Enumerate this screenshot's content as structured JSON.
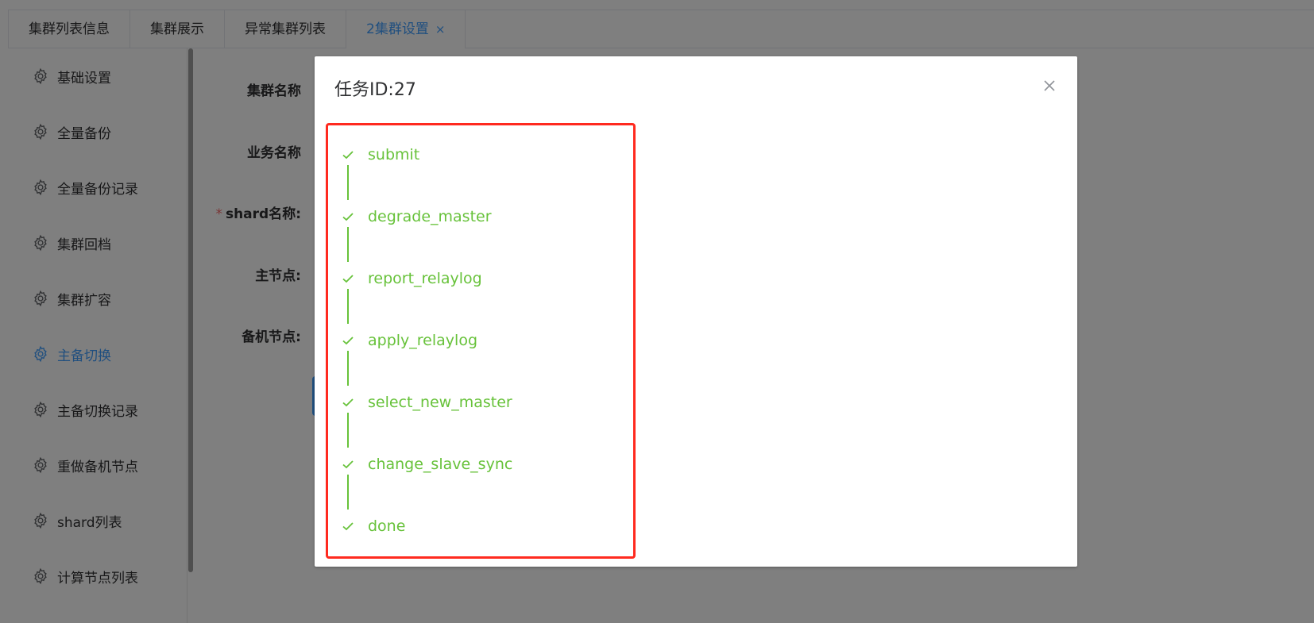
{
  "tabs": [
    {
      "label": "集群列表信息"
    },
    {
      "label": "集群展示"
    },
    {
      "label": "异常集群列表"
    },
    {
      "label": "2集群设置",
      "close": "×"
    }
  ],
  "sidebar": {
    "items": [
      {
        "label": "基础设置"
      },
      {
        "label": "全量备份"
      },
      {
        "label": "全量备份记录"
      },
      {
        "label": "集群回档"
      },
      {
        "label": "集群扩容"
      },
      {
        "label": "主备切换"
      },
      {
        "label": "主备切换记录"
      },
      {
        "label": "重做备机节点"
      },
      {
        "label": "shard列表"
      },
      {
        "label": "计算节点列表"
      }
    ],
    "active_index": 5
  },
  "form": {
    "cluster_name_label": "集群名称",
    "business_name_label": "业务名称",
    "shard_name_required": "*",
    "shard_name_label": "shard名称:",
    "master_node_label": "主节点:",
    "standby_node_label": "备机节点:"
  },
  "modal": {
    "title": "任务ID:27",
    "steps": [
      {
        "label": "submit"
      },
      {
        "label": "degrade_master"
      },
      {
        "label": "report_relaylog"
      },
      {
        "label": "apply_relaylog"
      },
      {
        "label": "select_new_master"
      },
      {
        "label": "change_slave_sync"
      },
      {
        "label": "done"
      }
    ]
  },
  "colors": {
    "accent": "#409eff",
    "success": "#67c23a",
    "highlight_border": "#ff2a1f"
  }
}
